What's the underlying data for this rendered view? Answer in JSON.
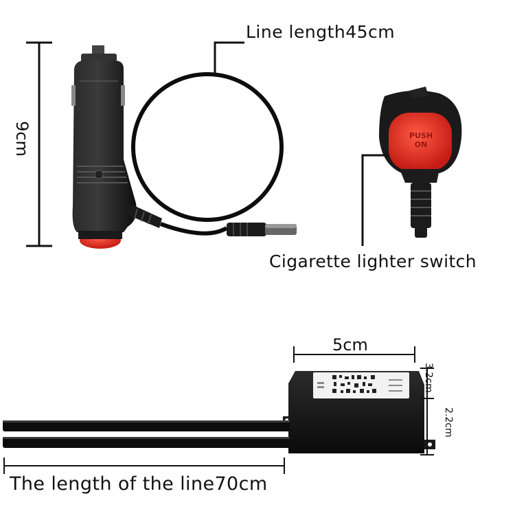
{
  "labels": {
    "line_length": "Line length45cm",
    "cig_switch": "Cigarette lighter switch",
    "height": "9cm",
    "width": "5cm",
    "depth_top": "3.2cm",
    "depth_side": "2.2cm",
    "line_length_70": "The length of the line70cm"
  },
  "button_text": {
    "line1": "PUSH",
    "line2": "ON"
  },
  "colors": {
    "plug_body": "#151515",
    "button_red": "#e8352a",
    "cable": "#0d0d0d",
    "background": "#ffffff"
  }
}
